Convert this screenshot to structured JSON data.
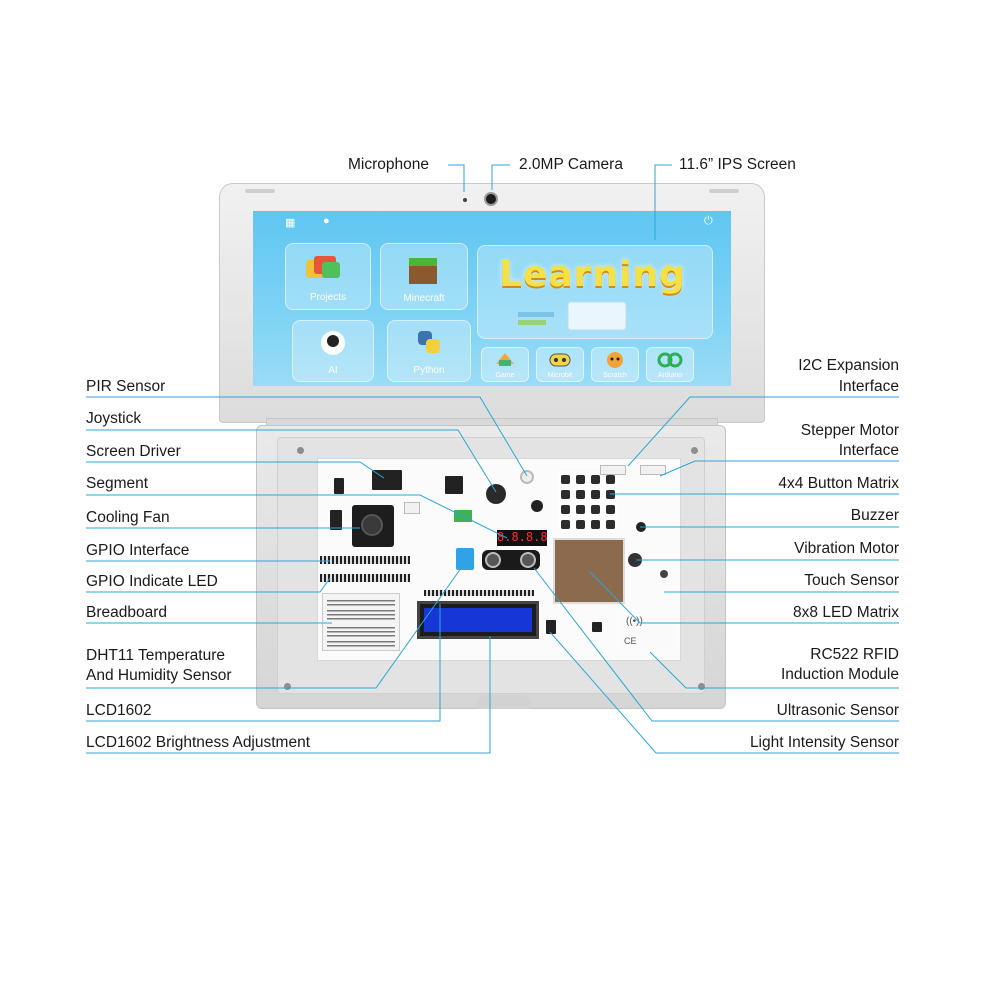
{
  "top_labels": {
    "microphone": "Microphone",
    "camera": "2.0MP Camera",
    "screen": "11.6” IPS Screen"
  },
  "left_labels": {
    "pir": "PIR Sensor",
    "joystick": "Joystick",
    "screen_driver": "Screen Driver",
    "segment": "Segment",
    "cooling_fan": "Cooling Fan",
    "gpio_interface": "GPIO Interface",
    "gpio_led": "GPIO Indicate LED",
    "breadboard": "Breadboard",
    "dht11_line1": "DHT11 Temperature",
    "dht11_line2": "And Humidity Sensor",
    "lcd1602": "LCD1602",
    "lcd_brightness": "LCD1602 Brightness Adjustment"
  },
  "right_labels": {
    "i2c_line1": "I2C Expansion",
    "i2c_line2": "Interface",
    "stepper_line1": "Stepper Motor",
    "stepper_line2": "Interface",
    "button_matrix": "4x4 Button Matrix",
    "buzzer": "Buzzer",
    "vibration": "Vibration Motor",
    "touch": "Touch Sensor",
    "led_matrix": "8x8 LED Matrix",
    "rfid_line1": "RC522 RFID",
    "rfid_line2": "Induction Module",
    "ultrasonic": "Ultrasonic Sensor",
    "light": "Light Intensity Sensor"
  },
  "screen_ui": {
    "hero_text": "Learning",
    "tiles": {
      "projects": "Projects",
      "minecraft": "Minecraft",
      "ai": "AI",
      "python": "Python"
    },
    "small_tiles": {
      "game": "Game",
      "microbit": "Microbit",
      "scratch": "Scratch",
      "arduino": "Arduino"
    }
  },
  "colors": {
    "callout_line": "#2aa7d6",
    "screen_bg": "#6ecbf3",
    "lcd_glass": "#1637d6",
    "hero_text": "#f5e146"
  }
}
